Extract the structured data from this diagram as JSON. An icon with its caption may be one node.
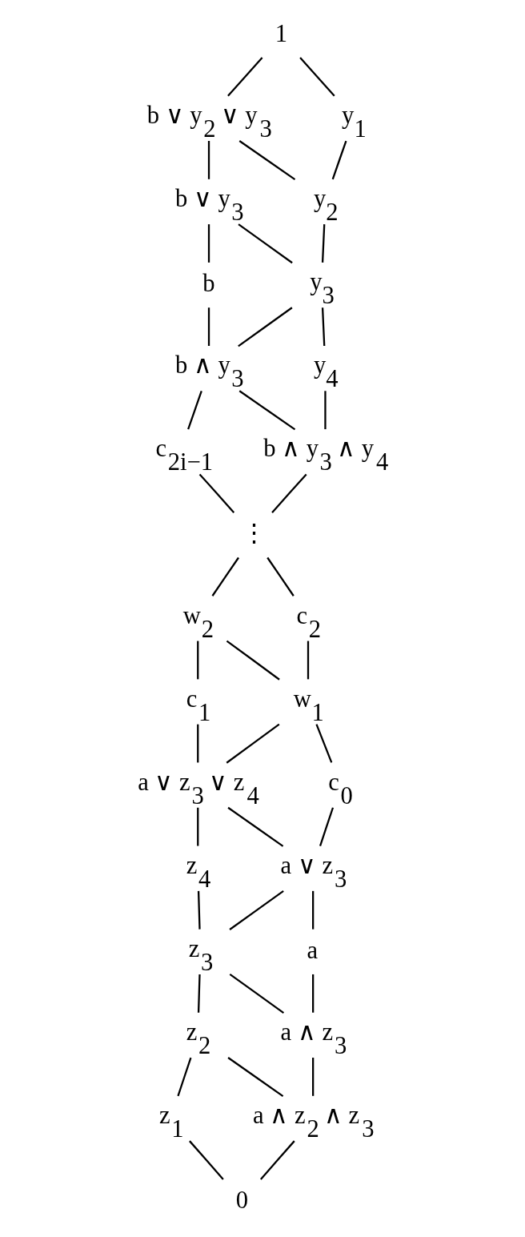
{
  "diagram": {
    "nodes": [
      {
        "text": [
          "1"
        ]
      },
      {
        "text": [
          "b ∨ y$_{2}$ ∨ y$_{3}$"
        ]
      },
      {
        "text": [
          "y$_{1}$"
        ]
      },
      {
        "text": [
          "b ∨ y$_{3}$"
        ]
      },
      {
        "text": [
          "y$_{2}$"
        ]
      },
      {
        "text": [
          "b"
        ]
      },
      {
        "text": [
          "y$_{3}$"
        ]
      },
      {
        "text": [
          "b ∧ y$_{3}$"
        ]
      },
      {
        "text": [
          "y$_{4}$"
        ]
      },
      {
        "text": [
          "c$_{2i−1}$"
        ]
      },
      {
        "text": [
          "b ∧ y$_{3}$ ∧ y$_{4}$"
        ]
      },
      {
        "text": [
          "⋮"
        ]
      },
      {
        "text": [
          "w$_{2}$"
        ]
      },
      {
        "text": [
          "c$_{2}$"
        ]
      },
      {
        "text": [
          "c$_{1}$"
        ]
      },
      {
        "text": [
          "w$_{1}$"
        ]
      },
      {
        "text": [
          "a ∨ z$_{3}$ ∨ z$_{4}$"
        ]
      },
      {
        "text": [
          "c$_{0}$"
        ]
      },
      {
        "text": [
          "z$_{4}$"
        ]
      },
      {
        "text": [
          "a ∨ z$_{3}$"
        ]
      },
      {
        "text": [
          "z$_{3}$"
        ]
      },
      {
        "text": [
          "a"
        ]
      },
      {
        "text": [
          "z$_{2}$"
        ]
      },
      {
        "text": [
          "a ∧ z$_{3}$"
        ]
      },
      {
        "text": [
          "z$_{1}$"
        ]
      },
      {
        "text": [
          "a ∧ z$_{2}$ ∧ z$_{3}$"
        ]
      },
      {
        "text": [
          "0"
        ]
      }
    ],
    "edges": [
      {
        "from": 0,
        "to": 1,
        "arrow": "none"
      },
      {
        "from": 0,
        "to": 2,
        "arrow": "none"
      },
      {
        "from": 1,
        "to": 3,
        "arrow": "none"
      },
      {
        "from": 1,
        "to": 4,
        "arrow": "none"
      },
      {
        "from": 2,
        "to": 4,
        "arrow": "none"
      },
      {
        "from": 3,
        "to": 5,
        "arrow": "none"
      },
      {
        "from": 3,
        "to": 6,
        "arrow": "none"
      },
      {
        "from": 4,
        "to": 6,
        "arrow": "none"
      },
      {
        "from": 5,
        "to": 7,
        "arrow": "none"
      },
      {
        "from": 6,
        "to": 7,
        "arrow": "none"
      },
      {
        "from": 6,
        "to": 8,
        "arrow": "none"
      },
      {
        "from": 7,
        "to": 9,
        "arrow": "none"
      },
      {
        "from": 7,
        "to": 10,
        "arrow": "none"
      },
      {
        "from": 8,
        "to": 10,
        "arrow": "none"
      },
      {
        "from": 9,
        "to": 11,
        "arrow": "none"
      },
      {
        "from": 10,
        "to": 11,
        "arrow": "none"
      },
      {
        "from": 11,
        "to": 12,
        "arrow": "none"
      },
      {
        "from": 11,
        "to": 13,
        "arrow": "none"
      },
      {
        "from": 12,
        "to": 14,
        "arrow": "none"
      },
      {
        "from": 12,
        "to": 15,
        "arrow": "none"
      },
      {
        "from": 13,
        "to": 15,
        "arrow": "none"
      },
      {
        "from": 14,
        "to": 16,
        "arrow": "none"
      },
      {
        "from": 15,
        "to": 16,
        "arrow": "none"
      },
      {
        "from": 15,
        "to": 17,
        "arrow": "none"
      },
      {
        "from": 16,
        "to": 18,
        "arrow": "none"
      },
      {
        "from": 16,
        "to": 19,
        "arrow": "none"
      },
      {
        "from": 17,
        "to": 19,
        "arrow": "none"
      },
      {
        "from": 18,
        "to": 20,
        "arrow": "none"
      },
      {
        "from": 19,
        "to": 20,
        "arrow": "none"
      },
      {
        "from": 19,
        "to": 21,
        "arrow": "none"
      },
      {
        "from": 20,
        "to": 22,
        "arrow": "none"
      },
      {
        "from": 20,
        "to": 23,
        "arrow": "none"
      },
      {
        "from": 21,
        "to": 23,
        "arrow": "none"
      },
      {
        "from": 22,
        "to": 24,
        "arrow": "none"
      },
      {
        "from": 22,
        "to": 25,
        "arrow": "none"
      },
      {
        "from": 23,
        "to": 25,
        "arrow": "none"
      },
      {
        "from": 24,
        "to": 26,
        "arrow": "none"
      },
      {
        "from": 25,
        "to": 26,
        "arrow": "none"
      }
    ]
  }
}
